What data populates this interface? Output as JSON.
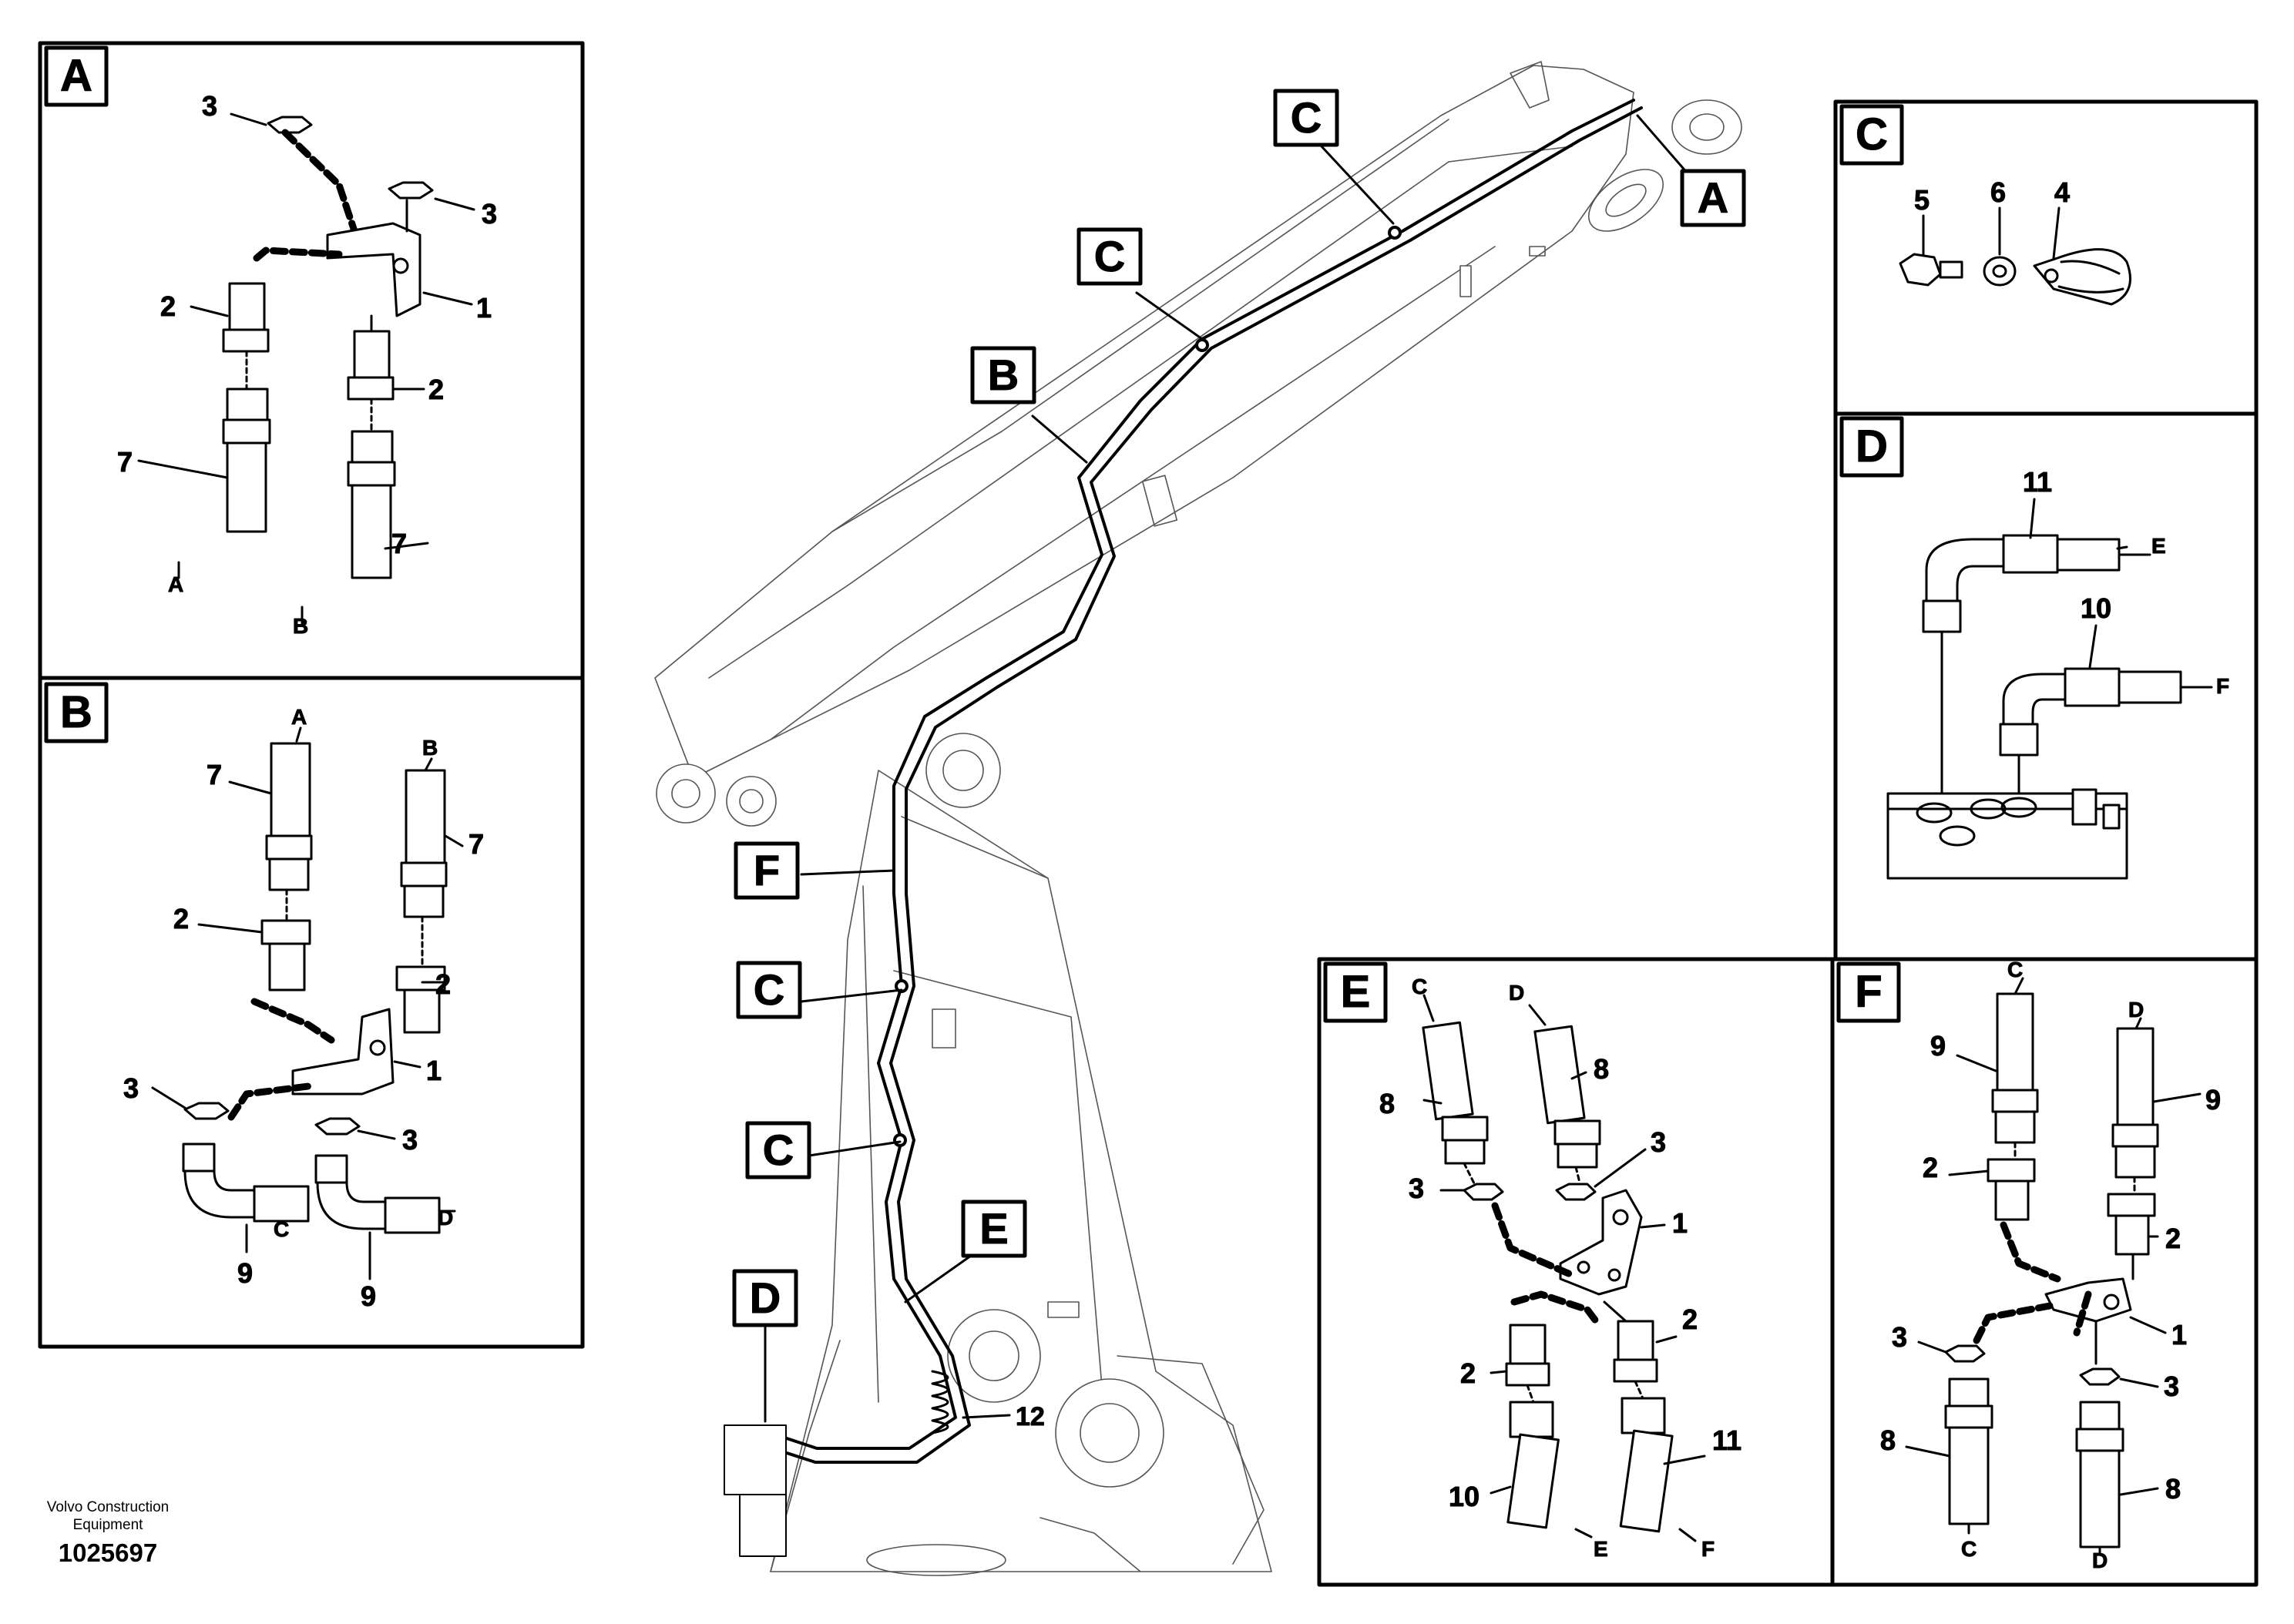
{
  "footer": {
    "brand": "Volvo Construction\nEquipment",
    "doc_number": "1025697"
  },
  "callouts": {
    "A": "A",
    "B": "B",
    "C": "C",
    "D": "D",
    "E": "E",
    "F": "F",
    "item_12": "12"
  },
  "panel_A": {
    "tag": "A",
    "items": {
      "n1": "1",
      "n2a": "2",
      "n2b": "2",
      "n3a": "3",
      "n3b": "3",
      "n7a": "7",
      "n7b": "7"
    },
    "ends": {
      "a": "A",
      "b": "B"
    }
  },
  "panel_B": {
    "tag": "B",
    "items": {
      "n1": "1",
      "n2a": "2",
      "n2b": "2",
      "n3a": "3",
      "n3b": "3",
      "n7a": "7",
      "n7b": "7",
      "n9a": "9",
      "n9b": "9"
    },
    "ends": {
      "a": "A",
      "b": "B",
      "c": "C",
      "d": "D"
    }
  },
  "panel_C": {
    "tag": "C",
    "items": {
      "n4": "4",
      "n5": "5",
      "n6": "6"
    }
  },
  "panel_D": {
    "tag": "D",
    "items": {
      "n10": "10",
      "n11": "11"
    },
    "ends": {
      "e": "E",
      "f": "F"
    }
  },
  "panel_E": {
    "tag": "E",
    "items": {
      "n1": "1",
      "n2a": "2",
      "n2b": "2",
      "n3a": "3",
      "n3b": "3",
      "n8a": "8",
      "n8b": "8",
      "n10": "10",
      "n11": "11"
    },
    "ends": {
      "c": "C",
      "d": "D",
      "e": "E",
      "f": "F"
    }
  },
  "panel_F": {
    "tag": "F",
    "items": {
      "n1": "1",
      "n2a": "2",
      "n2b": "2",
      "n3a": "3",
      "n3b": "3",
      "n8a": "8",
      "n8b": "8",
      "n9a": "9",
      "n9b": "9"
    },
    "ends": {
      "c": "C",
      "d": "D",
      "top_c": "C",
      "top_d": "D"
    }
  }
}
